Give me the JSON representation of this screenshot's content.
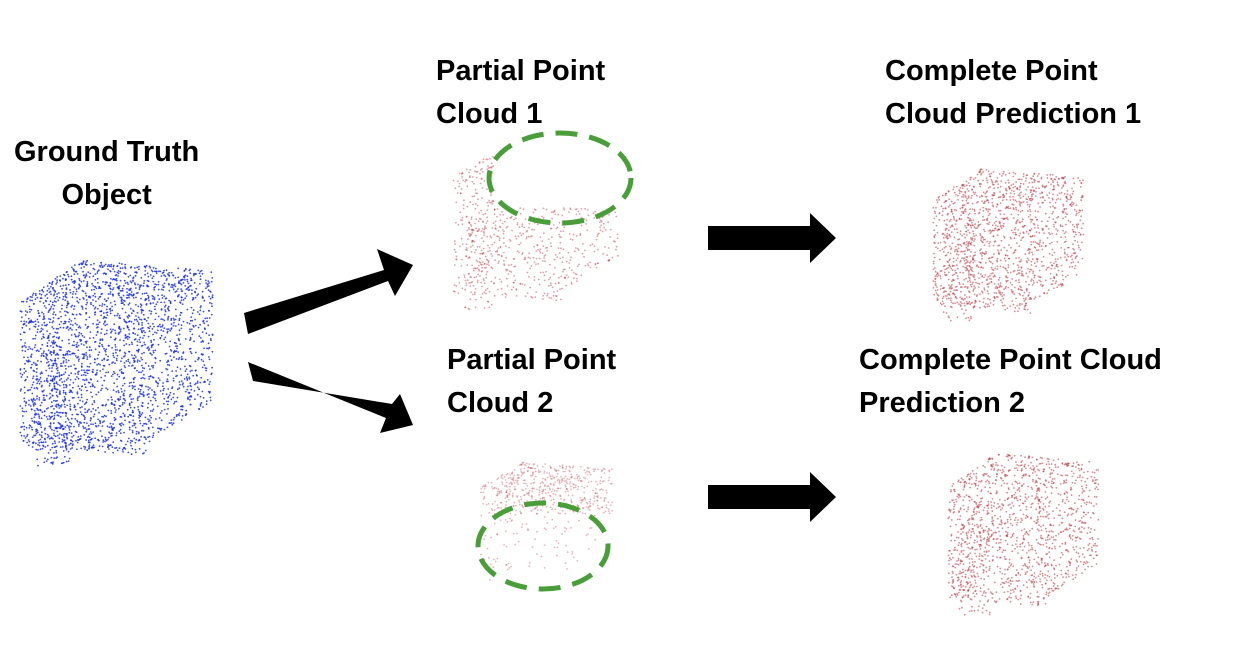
{
  "ground_truth": {
    "line1": "Ground Truth",
    "line2": "Object",
    "point_color": "#1a2ee0"
  },
  "partial_1": {
    "line1": "Partial Point",
    "line2": "Cloud 1"
  },
  "partial_2": {
    "line1": "Partial Point",
    "line2": "Cloud 2"
  },
  "prediction_1": {
    "line1": "Complete Point",
    "line2": "Cloud Prediction 1"
  },
  "prediction_2": {
    "line1": "Complete Point Cloud",
    "line2": "Prediction 2"
  },
  "colors": {
    "prediction_points": "#b5303a",
    "missing_region_outline": "#4a9e3a",
    "arrow": "#000000"
  }
}
